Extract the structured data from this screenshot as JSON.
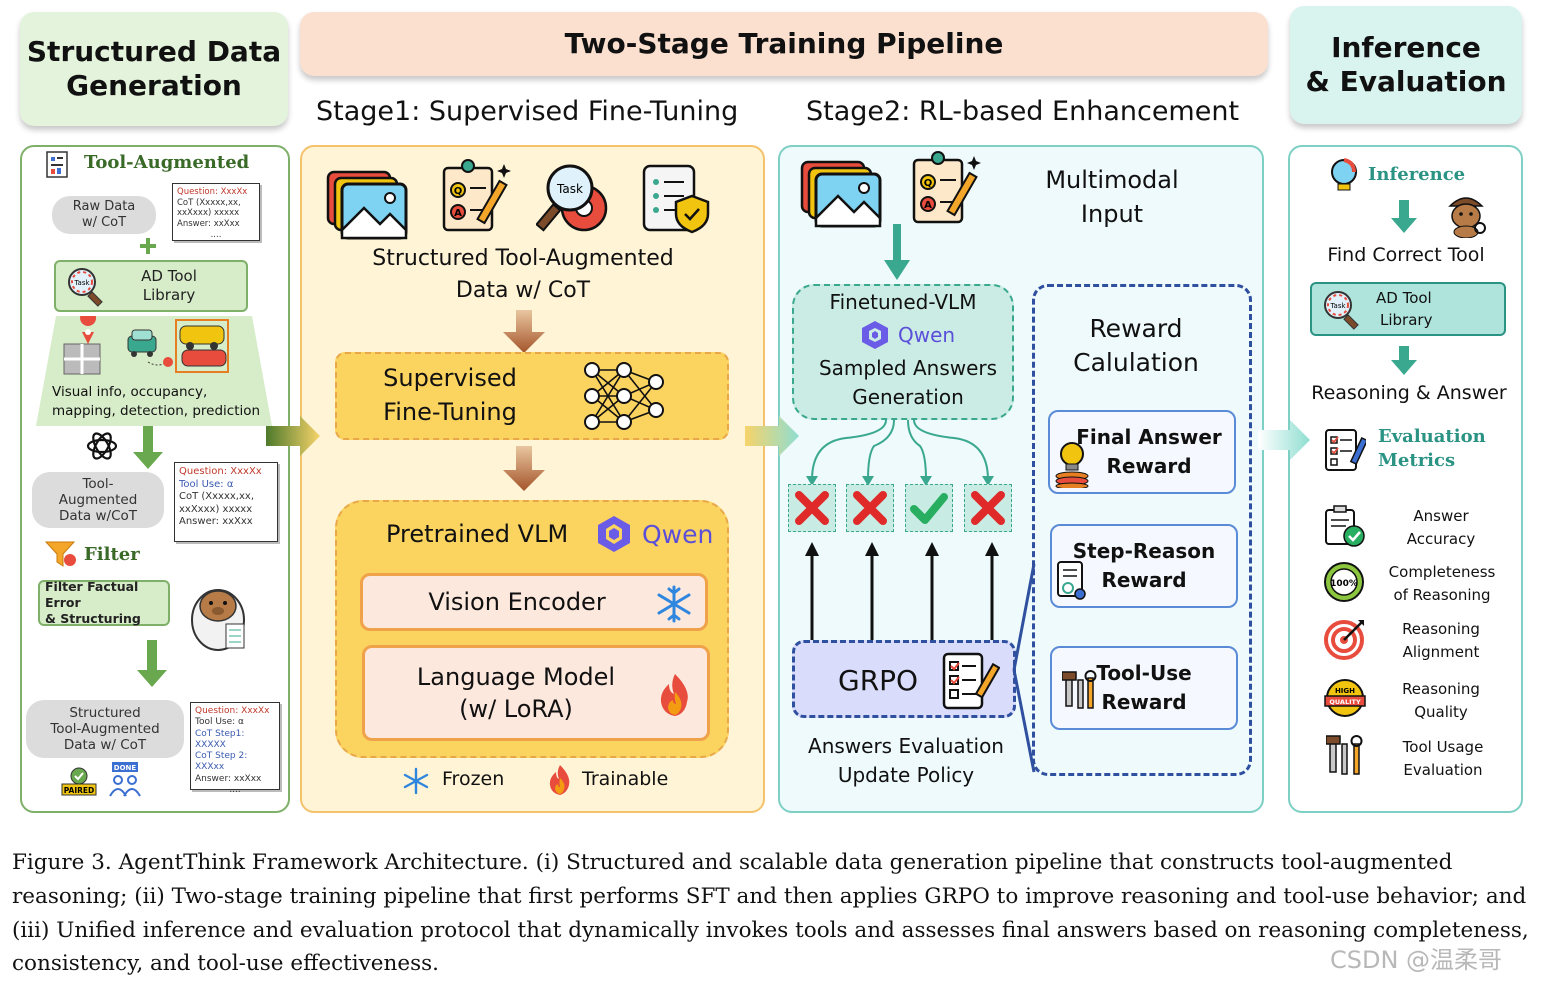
{
  "headers": {
    "left": [
      "Structured Data",
      "Generation"
    ],
    "middle": "Two-Stage Training Pipeline",
    "right": [
      "Inference",
      "& Evaluation"
    ]
  },
  "stage_titles": {
    "stage1": "Stage1: Supervised Fine-Tuning",
    "stage2": "Stage2: RL-based Enhancement"
  },
  "left_panel": {
    "tool_augmented_title": "Tool-Augmented",
    "raw_data": [
      "Raw Data",
      "w/ CoT"
    ],
    "raw_note": [
      "Question: XxxXx",
      "CoT (Xxxxx,xx,",
      "xxXxxx) xxxxx",
      "Answer: xxXxx",
      "...."
    ],
    "ad_tool_library": [
      "AD Tool",
      "Library"
    ],
    "task_label": "Task",
    "visual_info": [
      "Visual info, occupancy,",
      "mapping, detection, prediction"
    ],
    "tool_augmented_data": [
      "Tool-",
      "Augmented",
      "Data w/CoT"
    ],
    "tool_note": [
      "Question: XxxXx",
      "Tool Use: α",
      "CoT (Xxxxx,xx,",
      "xxXxxx) xxxxx",
      "Answer: xxXxx"
    ],
    "filter_label": "Filter",
    "filter_box": [
      "Filter Factual Error",
      "& Structuring"
    ],
    "structured_data": [
      "Structured",
      "Tool-Augmented",
      "Data w/ CoT"
    ],
    "structured_note": [
      "Question: XxxXx",
      "Tool Use: α",
      "CoT Step1: XXXXX",
      "CoT Step 2: XXXxx",
      "Answer: xxXxx",
      "...."
    ],
    "paired_label": "PAIRED",
    "done_label": "DONE"
  },
  "stage1_panel": {
    "data_label": [
      "Structured Tool-Augmented",
      "Data w/ CoT"
    ],
    "sft_box": [
      "Supervised",
      "Fine-Tuning"
    ],
    "pretrained_vlm": "Pretrained VLM",
    "qwen_label": "Qwen",
    "vision_encoder": "Vision Encoder",
    "language_model": [
      "Language Model",
      "(w/ LoRA)"
    ],
    "frozen_label": "Frozen",
    "trainable_label": "Trainable",
    "task_label": "Task"
  },
  "stage2_panel": {
    "multimodal_input": [
      "Multimodal",
      "Input"
    ],
    "finetuned_vlm": "Finetuned-VLM",
    "qwen_label": "Qwen",
    "sampled_answers": [
      "Sampled Answers",
      "Generation"
    ],
    "grpo_label": "GRPO",
    "answers_eval": [
      "Answers Evaluation",
      "Update Policy"
    ],
    "reward_title": [
      "Reward",
      "Calulation"
    ],
    "rewards": [
      [
        "Final Answer",
        "Reward"
      ],
      [
        "Step-Reason",
        "Reward"
      ],
      [
        "Tool-Use",
        "Reward"
      ]
    ]
  },
  "right_panel": {
    "inference_title": "Inference",
    "find_tool": "Find Correct Tool",
    "ad_tool_library": [
      "AD Tool",
      "Library"
    ],
    "task_label": "Task",
    "reasoning_answer": "Reasoning & Answer",
    "evaluation_title": [
      "Evaluation",
      "Metrics"
    ],
    "metrics": [
      [
        "Answer",
        "Accuracy"
      ],
      [
        "Completeness",
        "of Reasoning"
      ],
      [
        "Reasoning",
        "Alignment"
      ],
      [
        "Reasoning",
        "Quality"
      ],
      [
        "Tool Usage",
        "Evaluation"
      ]
    ],
    "badge_100": "100%",
    "badge_high": "HIGH",
    "badge_quality": "QUALITY"
  },
  "caption": "Figure 3. AgentThink Framework Architecture. (i) Structured and scalable data generation pipeline that constructs tool-augmented reasoning; (ii) Two-stage training pipeline that first performs SFT and then applies GRPO to improve reasoning and tool-use behavior; and (iii) Unified inference and evaluation protocol that dynamically invokes tools and assesses final answers based on reasoning completeness, consistency, and tool-use effectiveness.",
  "watermark": "CSDN @温柔哥",
  "colors": {
    "left_header": "#e4f3dc",
    "middle_header": "#fbe0d0",
    "right_header": "#d9f3ee",
    "left_border": "#7fb069",
    "stage1_fill": "#fff4d6",
    "stage1_border": "#f4c26b",
    "stage2_fill": "#eefafc",
    "stage2_border": "#7ecfc4",
    "reward_border": "#2f4f9f",
    "grpo_fill": "#d9dcfb",
    "teal_title": "#2b9384"
  }
}
